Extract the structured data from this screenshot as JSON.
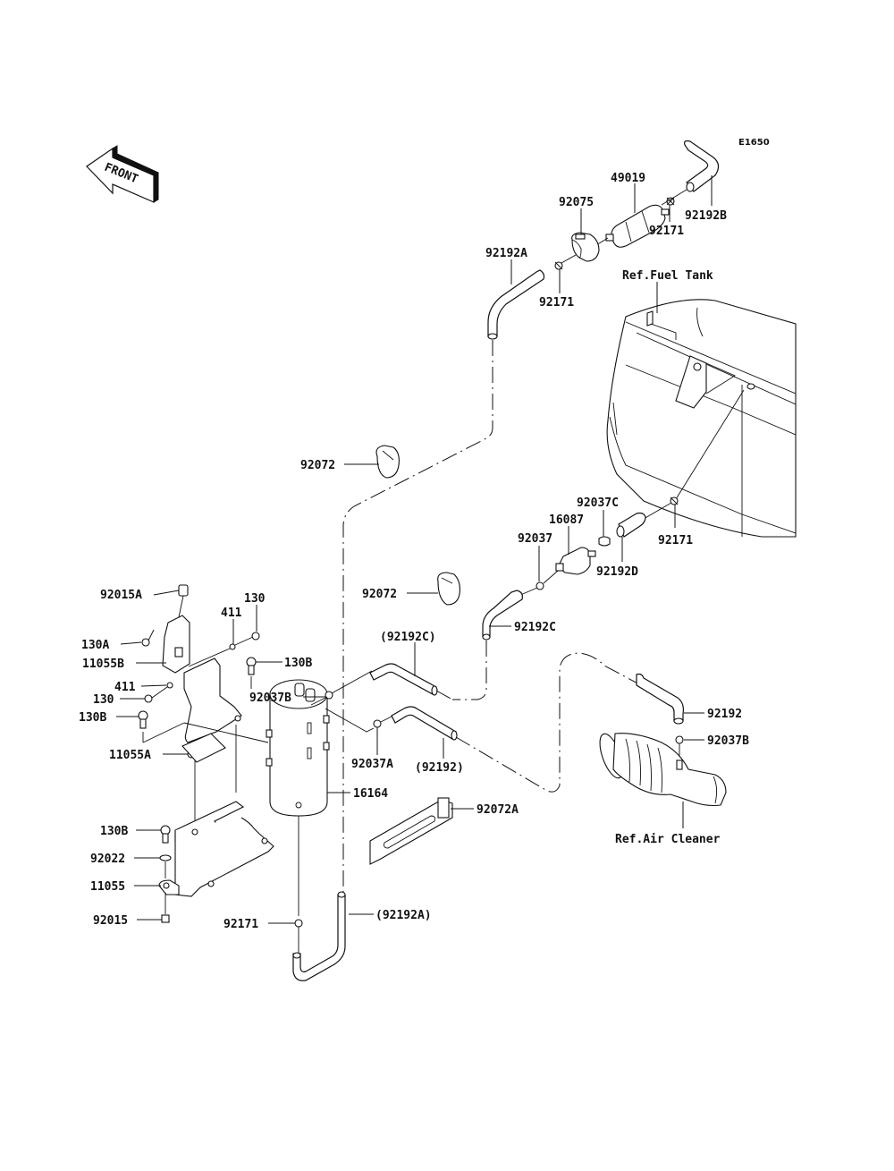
{
  "diagram": {
    "code": "E1650",
    "direction_marker": "FRONT",
    "references": {
      "fuel_tank": "Ref.Fuel Tank",
      "air_cleaner": "Ref.Air Cleaner"
    },
    "labels": {
      "l49019": "49019",
      "l92075": "92075",
      "l92171_top_right": "92171",
      "l92192B": "92192B",
      "l92192A": "92192A",
      "l92171_top_left": "92171",
      "l92072_upper": "92072",
      "l92037C": "92037C",
      "l16087": "16087",
      "l92037": "92037",
      "l92192D": "92192D",
      "l92171_tank": "92171",
      "l92072_mid": "92072",
      "l92192C": "92192C",
      "l92015A": "92015A",
      "l130_top": "130",
      "l411_top": "411",
      "l130A": "130A",
      "l11055B": "11055B",
      "l130B_top": "130B",
      "l411_mid": "411",
      "l130_mid": "130",
      "l130B_mid": "130B",
      "l11055A": "11055A",
      "l92192C_paren": "(92192C)",
      "l92037B_canister": "92037B",
      "l92037A": "92037A",
      "l92192_paren": "(92192)",
      "l16164": "16164",
      "l92192": "92192",
      "l92037B_air": "92037B",
      "l92072A": "92072A",
      "l130B_low": "130B",
      "l92022": "92022",
      "l11055": "11055",
      "l92015": "92015",
      "l92171_bottom": "92171",
      "l92192A_paren": "(92192A)"
    }
  }
}
